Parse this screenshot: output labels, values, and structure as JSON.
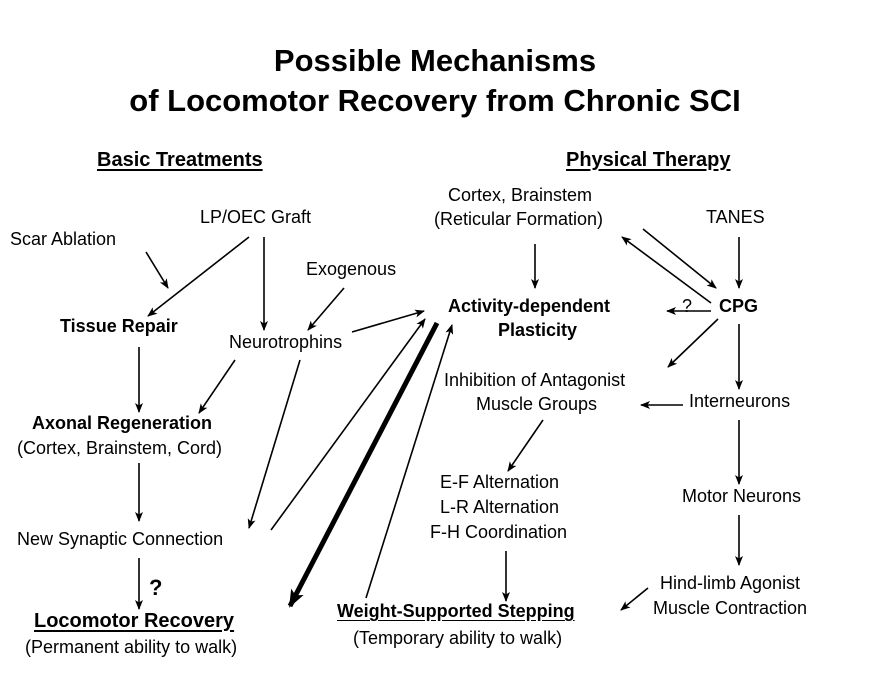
{
  "title": {
    "line1": "Possible Mechanisms",
    "line2": "of Locomotor Recovery from Chronic SCI"
  },
  "sections": {
    "left_heading": "Basic Treatments",
    "right_heading": "Physical Therapy"
  },
  "nodes": {
    "scar_ablation": "Scar Ablation",
    "lp_oec_graft": "LP/OEC Graft",
    "exogenous": "Exogenous",
    "tissue_repair": "Tissue Repair",
    "neurotrophins": "Neurotrophins",
    "axonal_regeneration": "Axonal Regeneration",
    "axonal_regeneration_sub": "(Cortex, Brainstem, Cord)",
    "new_synaptic_connection": "New Synaptic Connection",
    "question_mark": "?",
    "locomotor_recovery": "Locomotor Recovery",
    "locomotor_recovery_sub": "(Permanent ability to walk)",
    "cortex_brainstem_line1": "Cortex, Brainstem",
    "cortex_brainstem_line2": "(Reticular Formation)",
    "tanes": "TANES",
    "activity_dependent_line1": "Activity-dependent",
    "activity_dependent_line2": "Plasticity",
    "cpg_question": "?",
    "cpg": "CPG",
    "inhibition_line1": "Inhibition of Antagonist",
    "inhibition_line2": "Muscle Groups",
    "interneurons": "Interneurons",
    "ef_alternation": "E-F Alternation",
    "lr_alternation": "L-R Alternation",
    "fh_coordination": "F-H Coordination",
    "motor_neurons": "Motor Neurons",
    "hindlimb_line1": "Hind-limb Agonist",
    "hindlimb_line2": "Muscle Contraction",
    "weight_supported_stepping": "Weight-Supported Stepping",
    "weight_supported_stepping_sub": "(Temporary ability to walk)"
  },
  "edges": [
    {
      "from": "Scar Ablation",
      "to": "Tissue Repair"
    },
    {
      "from": "LP/OEC Graft",
      "to": "Tissue Repair"
    },
    {
      "from": "LP/OEC Graft",
      "to": "Neurotrophins"
    },
    {
      "from": "Exogenous",
      "to": "Neurotrophins"
    },
    {
      "from": "Neurotrophins",
      "to": "Activity-dependent Plasticity"
    },
    {
      "from": "Neurotrophins",
      "to": "Axonal Regeneration"
    },
    {
      "from": "Neurotrophins",
      "to": "New Synaptic Connection"
    },
    {
      "from": "Tissue Repair",
      "to": "Axonal Regeneration"
    },
    {
      "from": "Axonal Regeneration",
      "to": "New Synaptic Connection"
    },
    {
      "from": "New Synaptic Connection",
      "to": "Locomotor Recovery",
      "label": "?"
    },
    {
      "from": "New Synaptic Connection",
      "to": "Activity-dependent Plasticity"
    },
    {
      "from": "Activity-dependent Plasticity",
      "to": "Locomotor Recovery",
      "style": "thick"
    },
    {
      "from": "Weight-Supported Stepping",
      "to": "Activity-dependent Plasticity"
    },
    {
      "from": "Cortex, Brainstem (Reticular Formation)",
      "to": "Activity-dependent Plasticity"
    },
    {
      "from": "Cortex, Brainstem (Reticular Formation)",
      "to": "CPG"
    },
    {
      "from": "CPG",
      "to": "Cortex, Brainstem (Reticular Formation)"
    },
    {
      "from": "TANES",
      "to": "CPG"
    },
    {
      "from": "CPG",
      "to": "Activity-dependent Plasticity",
      "label": "?"
    },
    {
      "from": "CPG",
      "to": "Inhibition of Antagonist Muscle Groups"
    },
    {
      "from": "CPG",
      "to": "Interneurons"
    },
    {
      "from": "Interneurons",
      "to": "Inhibition of Antagonist Muscle Groups"
    },
    {
      "from": "Inhibition of Antagonist Muscle Groups",
      "to": "E-F Alternation"
    },
    {
      "from": "Interneurons",
      "to": "Motor Neurons"
    },
    {
      "from": "E-F Alternation / L-R Alternation / F-H Coordination",
      "to": "Weight-Supported Stepping"
    },
    {
      "from": "Motor Neurons",
      "to": "Hind-limb Agonist Muscle Contraction"
    },
    {
      "from": "Hind-limb Agonist Muscle Contraction",
      "to": "Weight-Supported Stepping"
    }
  ]
}
